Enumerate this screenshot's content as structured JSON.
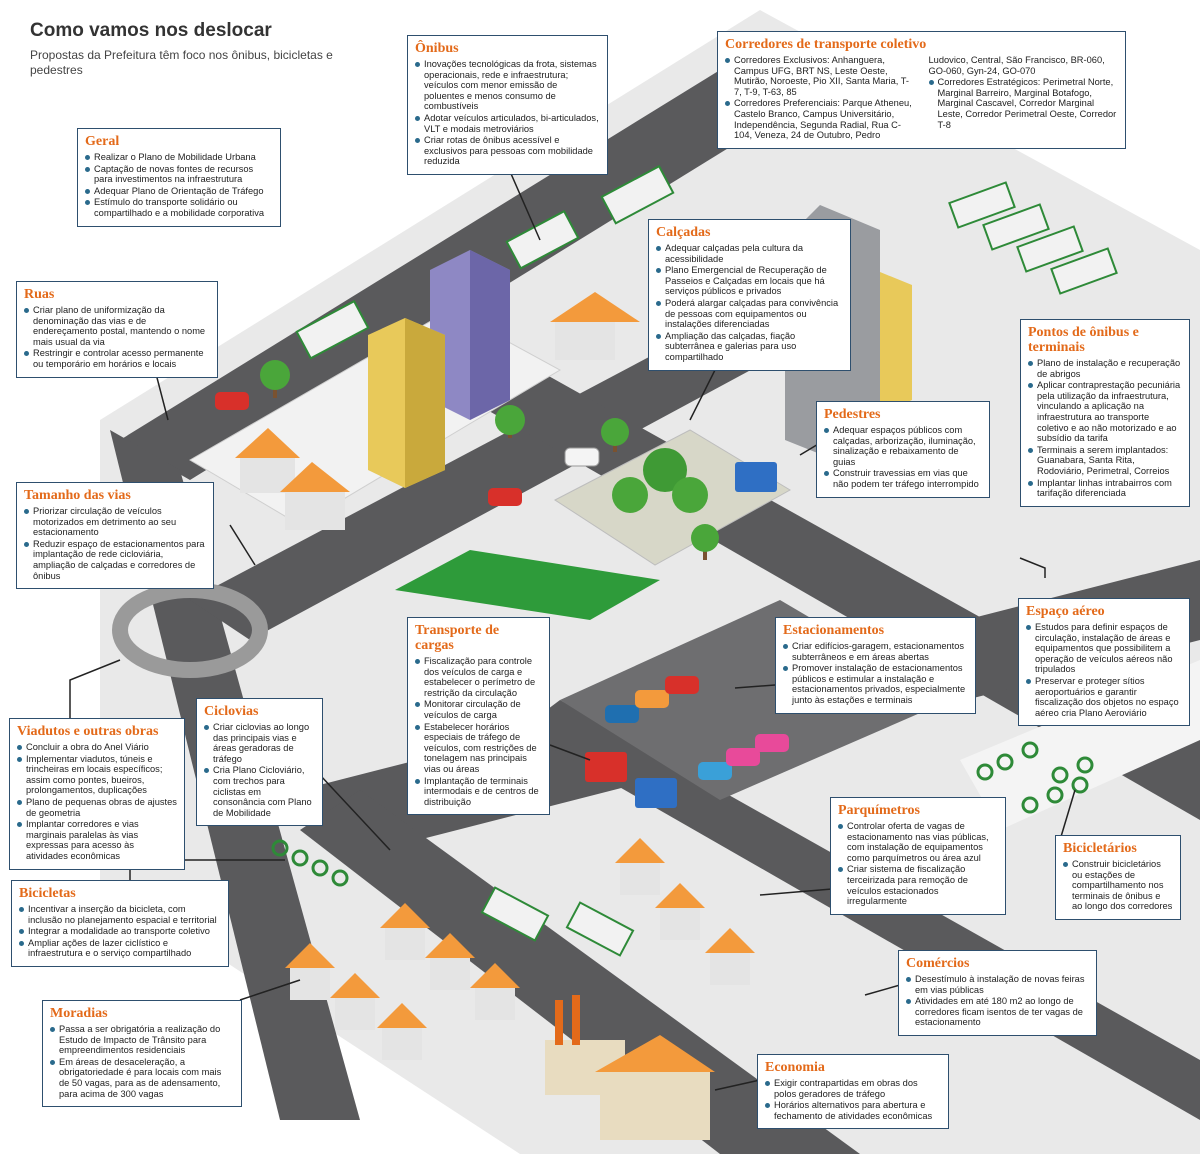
{
  "header": {
    "title": "Como vamos nos deslocar",
    "subtitle": "Propostas da Prefeitura têm foco nos ônibus, bicicletas e pedestres"
  },
  "colors": {
    "accent_orange": "#e36a1a",
    "box_border": "#2e4f6e",
    "road": "#5a5a5c",
    "sidewalk": "#d8d8d8",
    "grass": "#2e9b3a"
  },
  "panels": {
    "geral": {
      "title": "Geral",
      "items": [
        "Realizar o Plano de Mobilidade Urbana",
        "Captação de novas fontes de recursos para investimentos na infraestrutura",
        "Adequar Plano de Orientação de Tráfego",
        "Estímulo do transporte solidário ou compartilhado e a mobilidade corporativa"
      ]
    },
    "onibus": {
      "title": "Ônibus",
      "items": [
        "Inovações tecnológicas da frota, sistemas operacionais, rede e infraestrutura; veículos com menor emissão de poluentes e menos consumo de combustíveis",
        "Adotar veículos articulados, bi-articulados, VLT e modais metroviários",
        "Criar rotas de ônibus acessível e exclusivos para pessoas com mobilidade reduzida"
      ]
    },
    "corredores": {
      "title": "Corredores de transporte coletivo",
      "col1": [
        "Corredores Exclusivos: Anhanguera, Campus UFG, BRT NS, Leste Oeste, Mutirão, Noroeste, Pio XII, Santa Maria, T-7, T-9, T-63, 85",
        "Corredores Preferenciais: Parque Atheneu, Castelo Branco, Campus Universitário, Independência, Segunda Radial, Rua C-104, Veneza, 24 de Outubro, Pedro"
      ],
      "col1_tail": "Ludovico, Central, São Francisco, BR-060, GO-060, Gyn-24, GO-070",
      "col2": [
        "Corredores Estratégicos: Perimetral Norte, Marginal Barreiro, Marginal Botafogo, Marginal Cascavel, Corredor Marginal Leste, Corredor Perimetral Oeste, Corredor T-8"
      ]
    },
    "ruas": {
      "title": "Ruas",
      "items": [
        "Criar plano de uniformização da denominação das vias e de endereçamento postal, mantendo o nome mais usual da via",
        "Restringir e controlar acesso permanente ou temporário em horários e locais"
      ]
    },
    "calcadas": {
      "title": "Calçadas",
      "items": [
        "Adequar calçadas pela cultura da acessibilidade",
        "Plano Emergencial de Recuperação de Passeios e Calçadas em locais que há serviços públicos e privados",
        "Poderá alargar calçadas para convivência de pessoas com equipamentos ou instalações diferenciadas",
        "Ampliação das calçadas, fiação subterrânea e galerias para uso compartilhado"
      ]
    },
    "pontos": {
      "title": "Pontos de ônibus e terminais",
      "items": [
        "Plano de instalação e recuperação de abrigos",
        "Aplicar contraprestação pecuniária pela utilização da infraestrutura, vinculando a aplicação na infraestrutura ao transporte coletivo e ao não motorizado e ao subsídio da tarifa",
        "Terminais a serem implantados: Guanabara, Santa Rita, Rodoviário, Perimetral, Correios",
        "Implantar linhas intrabairros com tarifação diferenciada"
      ]
    },
    "pedestres": {
      "title": "Pedestres",
      "items": [
        "Adequar espaços públicos com calçadas, arborização, iluminação, sinalização e rebaixamento de guias",
        "Construir travessias em vias que não podem ter tráfego interrompido"
      ]
    },
    "tamanho": {
      "title": "Tamanho das vias",
      "items": [
        "Priorizar circulação de veículos motorizados em detrimento ao seu estacionamento",
        "Reduzir espaço de estacionamentos para implantação de rede cicloviária, ampliação de calçadas e corredores de ônibus"
      ]
    },
    "espaco": {
      "title": "Espaço aéreo",
      "items": [
        "Estudos para definir espaços de circulação, instalação de áreas e equipamentos que possibilitem a operação de veículos aéreos não tripulados",
        "Preservar e proteger sítios aeroportuários e garantir fiscalização dos objetos no espaço aéreo cria Plano Aeroviário"
      ]
    },
    "cargas": {
      "title": "Transporte de cargas",
      "items": [
        "Fiscalização para controle dos veículos de carga e estabelecer o perímetro de restrição da circulação",
        "Monitorar circulação de veículos de carga",
        "Estabelecer horários especiais de tráfego de veículos, com restrições de tonelagem nas principais vias ou áreas",
        "Implantação de terminais intermodais e de centros de distribuição"
      ]
    },
    "estacionamentos": {
      "title": "Estacionamentos",
      "items": [
        "Criar edifícios-garagem, estacionamentos subterrâneos e em áreas abertas",
        "Promover instalação de estacionamentos públicos e estimular a instalação e estacionamentos privados, especialmente junto às estações e terminais"
      ]
    },
    "ciclovias": {
      "title": "Ciclovias",
      "items": [
        "Criar ciclovias ao longo das principais vias e áreas geradoras de tráfego",
        "Cria Plano Cicloviário, com trechos para ciclistas em consonância com Plano de Mobilidade"
      ]
    },
    "viadutos": {
      "title": "Viadutos e outras obras",
      "items": [
        "Concluir a obra do Anel Viário",
        "Implementar viadutos, túneis e trincheiras em locais específicos; assim como pontes, bueiros, prolongamentos, duplicações",
        "Plano de pequenas obras de ajustes de geometria",
        "Implantar corredores e vias marginais paralelas às vias expressas para acesso às atividades econômicas"
      ]
    },
    "parquimetros": {
      "title": "Parquímetros",
      "items": [
        "Controlar oferta de vagas de estacionamento nas vias públicas, com instalação de equipamentos como parquímetros ou área azul",
        "Criar sistema de fiscalização terceirizada para remoção de veículos estacionados irregularmente"
      ]
    },
    "bicicletarios": {
      "title": "Bicicletários",
      "items": [
        "Construir bicicletários ou estações de compartilhamento nos terminais de ônibus e ao longo dos corredores"
      ]
    },
    "bicicletas": {
      "title": "Bicicletas",
      "items": [
        "Incentivar a inserção da bicicleta, com inclusão no planejamento espacial e territorial",
        "Integrar a modalidade ao transporte coletivo",
        "Ampliar ações de lazer ciclístico e infraestrutura e o serviço compartilhado"
      ]
    },
    "comercios": {
      "title": "Comércios",
      "items": [
        "Desestímulo à instalação de novas feiras em vias públicas",
        "Atividades em até 180 m2 ao longo de corredores ficam isentos de ter vagas de estacionamento"
      ]
    },
    "moradias": {
      "title": "Moradias",
      "items": [
        "Passa a ser obrigatória a realização do Estudo de Impacto de Trânsito para empreendimentos residenciais",
        "Em áreas de desaceleração, a obrigatoriedade é para locais com mais de 50 vagas, para as de adensamento, para acima de 300 vagas"
      ]
    },
    "economia": {
      "title": "Economia",
      "items": [
        "Exigir contrapartidas em obras dos polos geradores de tráfego",
        "Horários alternativos para abertura e fechamento de atividades econômicas"
      ]
    }
  }
}
